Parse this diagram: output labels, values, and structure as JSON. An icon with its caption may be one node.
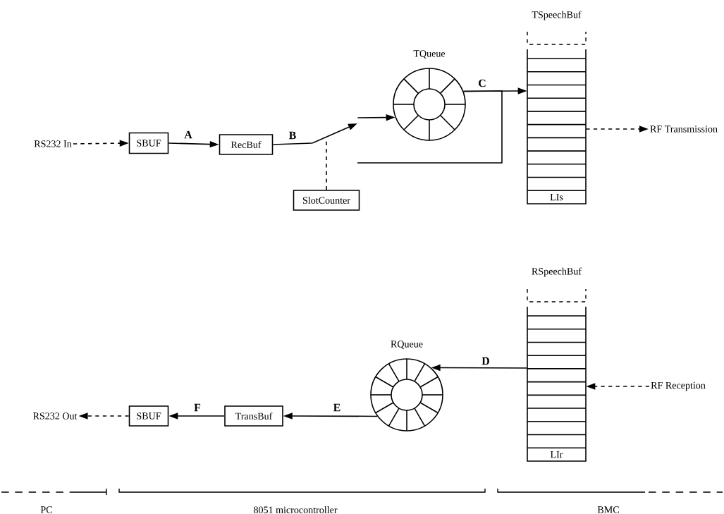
{
  "diagram": {
    "nodes": [
      {
        "text": [
          "RS232 In"
        ]
      },
      {
        "text": [
          "SBUF"
        ]
      },
      {
        "text": [
          "RecBuf"
        ]
      },
      {
        "text": [
          "SlotCounter"
        ]
      },
      {
        "text": [
          "TQueue"
        ]
      },
      {
        "text": [
          "TSpeechBuf",
          "LIs"
        ]
      },
      {
        "text": [
          "RF Transmission"
        ]
      },
      {
        "text": [
          "RSpeechBuf",
          "LIr"
        ]
      },
      {
        "text": [
          "RF Reception"
        ]
      },
      {
        "text": [
          "RQueue"
        ]
      },
      {
        "text": [
          "TransBuf"
        ]
      },
      {
        "text": [
          "SBUF"
        ]
      },
      {
        "text": [
          "RS232 Out"
        ]
      },
      {
        "text": [],
        "shape": "switch"
      }
    ],
    "edges": [
      {
        "from": 0,
        "to": 1,
        "arrow": "to",
        "style": "dashed"
      },
      {
        "from": 1,
        "to": 2,
        "arrow": "to",
        "label": "A"
      },
      {
        "from": 2,
        "to": 13,
        "arrow": "none",
        "label": "B"
      },
      {
        "from": 13,
        "to": 4,
        "arrow": "to"
      },
      {
        "from": 3,
        "to": 13,
        "arrow": "none",
        "style": "dashed"
      },
      {
        "from": 4,
        "to": null,
        "arrow": "none"
      },
      {
        "from": 4,
        "to": 5,
        "arrow": "to",
        "label": "C"
      },
      {
        "from": 5,
        "to": 6,
        "arrow": "to",
        "style": "dashed"
      },
      {
        "from": 8,
        "to": 7,
        "arrow": "to",
        "style": "dashed"
      },
      {
        "from": 7,
        "to": 9,
        "arrow": "to",
        "label": "D"
      },
      {
        "from": 9,
        "to": 10,
        "arrow": "to",
        "label": "E"
      },
      {
        "from": 10,
        "to": 11,
        "arrow": "to",
        "label": "F"
      },
      {
        "from": 11,
        "to": 12,
        "arrow": "to",
        "style": "dashed"
      }
    ],
    "labels": [
      "PC",
      "8051 microcontroller",
      "BMC"
    ]
  }
}
